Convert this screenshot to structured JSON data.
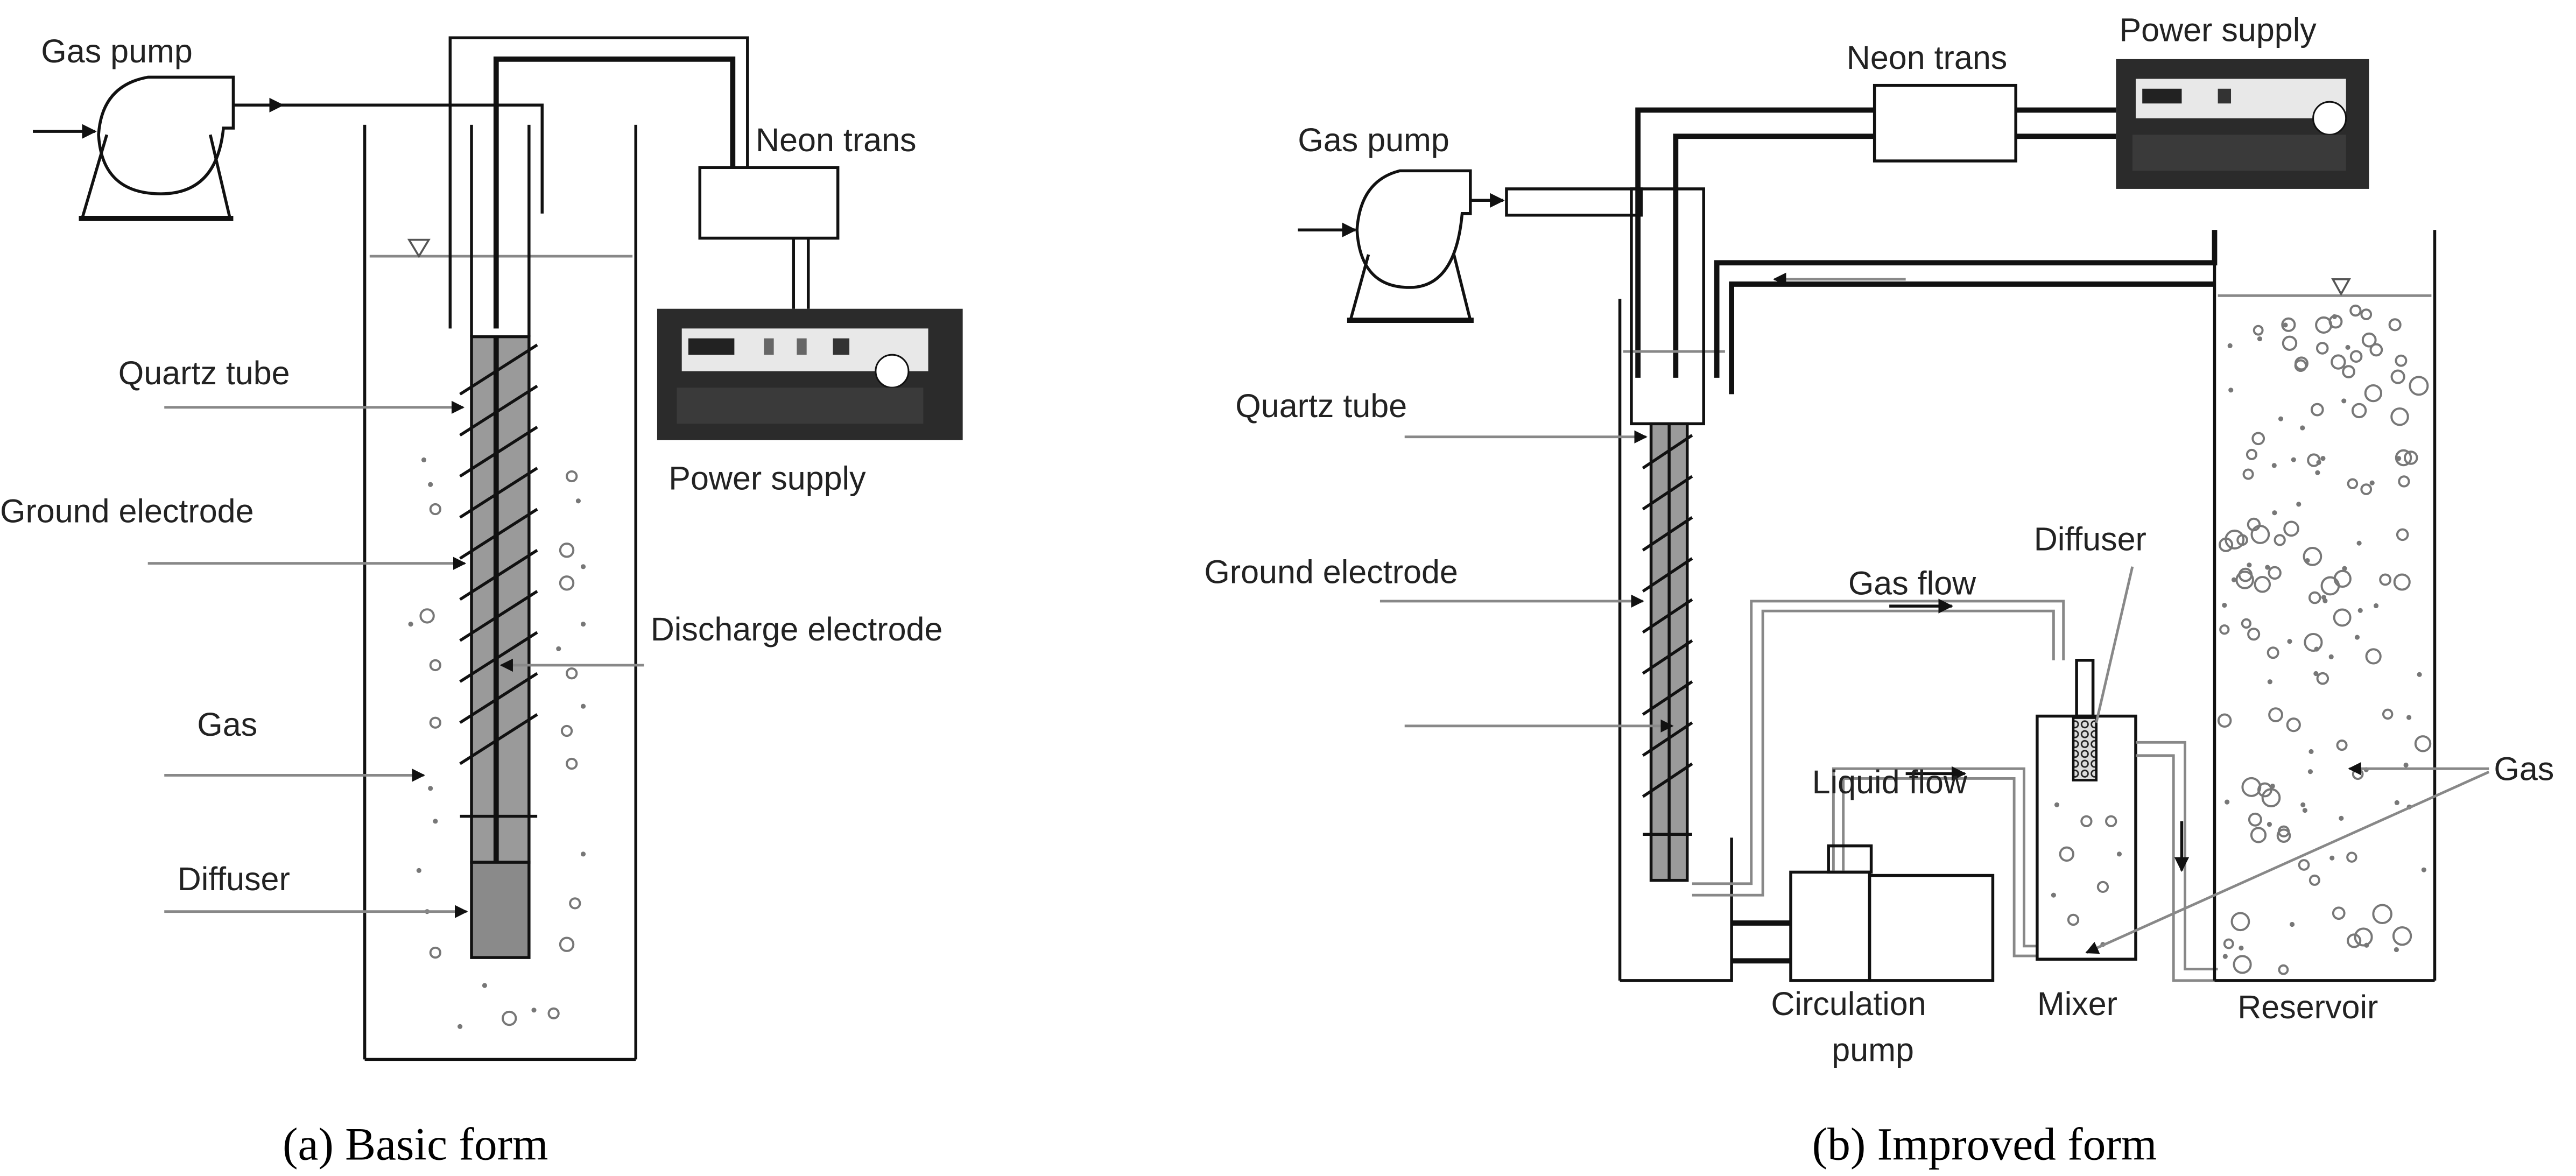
{
  "figure": {
    "panel_a": {
      "caption": "(a)  Basic  form",
      "labels": {
        "gas_pump": "Gas pump",
        "neon_trans": "Neon trans",
        "power_supply": "Power supply",
        "quartz_tube": "Quartz tube",
        "ground_electrode": "Ground electrode",
        "discharge_electrode": "Discharge electrode",
        "gas": "Gas",
        "diffuser": "Diffuser"
      }
    },
    "panel_b": {
      "caption": "(b)  Improved  form",
      "labels": {
        "gas_pump": "Gas pump",
        "neon_trans": "Neon trans",
        "power_supply": "Power supply",
        "quartz_tube": "Quartz tube",
        "ground_electrode": "Ground electrode",
        "gas_flow": "Gas flow",
        "diffuser": "Diffuser",
        "liquid_flow": "Liquid flow",
        "gas": "Gas",
        "circulation_pump_line1": "Circulation",
        "circulation_pump_line2": "pump",
        "mixer": "Mixer",
        "reservoir": "Reservoir"
      }
    },
    "colors": {
      "line": "#111111",
      "pipe_grey": "#888888",
      "tube_fill": "#9a9a9a",
      "diffuser_fill": "#8a8a8a",
      "device_body": "#2b2b2b",
      "background": "#ffffff"
    }
  }
}
